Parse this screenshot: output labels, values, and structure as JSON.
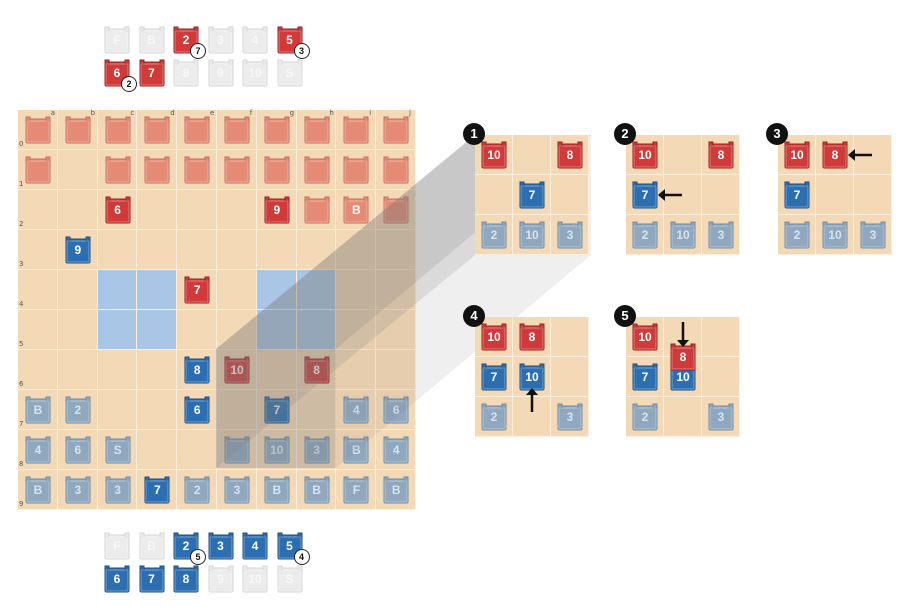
{
  "colors": {
    "red": "#d23a3a",
    "red_dark": "#9c1f1f",
    "blue": "#2b6fb2",
    "blue_dark": "#1c4d80",
    "pale": "#e9e9e9",
    "board": "#f4d9b6",
    "lake": "#a9c6e6"
  },
  "board": {
    "col_labels": [
      "a",
      "b",
      "c",
      "d",
      "e",
      "f",
      "g",
      "h",
      "i",
      "j"
    ],
    "row_labels": [
      "0",
      "1",
      "2",
      "3",
      "4",
      "5",
      "6",
      "7",
      "8",
      "9"
    ],
    "lakes": [
      [
        4,
        2
      ],
      [
        4,
        3
      ],
      [
        5,
        2
      ],
      [
        5,
        3
      ],
      [
        4,
        6
      ],
      [
        4,
        7
      ],
      [
        5,
        6
      ],
      [
        5,
        7
      ]
    ],
    "pieces": [
      {
        "r": 0,
        "c": 0,
        "side": "red",
        "state": "faded",
        "label": ""
      },
      {
        "r": 0,
        "c": 1,
        "side": "red",
        "state": "faded",
        "label": ""
      },
      {
        "r": 0,
        "c": 2,
        "side": "red",
        "state": "faded",
        "label": ""
      },
      {
        "r": 0,
        "c": 3,
        "side": "red",
        "state": "faded",
        "label": ""
      },
      {
        "r": 0,
        "c": 4,
        "side": "red",
        "state": "faded",
        "label": ""
      },
      {
        "r": 0,
        "c": 5,
        "side": "red",
        "state": "faded",
        "label": ""
      },
      {
        "r": 0,
        "c": 6,
        "side": "red",
        "state": "faded",
        "label": ""
      },
      {
        "r": 0,
        "c": 7,
        "side": "red",
        "state": "faded",
        "label": ""
      },
      {
        "r": 0,
        "c": 8,
        "side": "red",
        "state": "faded",
        "label": ""
      },
      {
        "r": 0,
        "c": 9,
        "side": "red",
        "state": "faded",
        "label": ""
      },
      {
        "r": 1,
        "c": 0,
        "side": "red",
        "state": "faded",
        "label": ""
      },
      {
        "r": 1,
        "c": 2,
        "side": "red",
        "state": "faded",
        "label": ""
      },
      {
        "r": 1,
        "c": 3,
        "side": "red",
        "state": "faded",
        "label": ""
      },
      {
        "r": 1,
        "c": 4,
        "side": "red",
        "state": "faded",
        "label": ""
      },
      {
        "r": 1,
        "c": 5,
        "side": "red",
        "state": "faded",
        "label": ""
      },
      {
        "r": 1,
        "c": 6,
        "side": "red",
        "state": "faded",
        "label": ""
      },
      {
        "r": 1,
        "c": 7,
        "side": "red",
        "state": "faded",
        "label": ""
      },
      {
        "r": 1,
        "c": 8,
        "side": "red",
        "state": "faded",
        "label": ""
      },
      {
        "r": 1,
        "c": 9,
        "side": "red",
        "state": "faded",
        "label": ""
      },
      {
        "r": 2,
        "c": 2,
        "side": "red",
        "state": "known",
        "label": "6"
      },
      {
        "r": 2,
        "c": 6,
        "side": "red",
        "state": "known",
        "label": "9"
      },
      {
        "r": 2,
        "c": 7,
        "side": "red",
        "state": "faded",
        "label": ""
      },
      {
        "r": 2,
        "c": 8,
        "side": "red",
        "state": "faded",
        "label": "B"
      },
      {
        "r": 2,
        "c": 9,
        "side": "red",
        "state": "faded",
        "label": ""
      },
      {
        "r": 3,
        "c": 1,
        "side": "blue",
        "state": "known",
        "label": "9"
      },
      {
        "r": 4,
        "c": 4,
        "side": "red",
        "state": "known",
        "label": "7"
      },
      {
        "r": 6,
        "c": 4,
        "side": "blue",
        "state": "known",
        "label": "8"
      },
      {
        "r": 6,
        "c": 5,
        "side": "red",
        "state": "known",
        "label": "10"
      },
      {
        "r": 6,
        "c": 7,
        "side": "red",
        "state": "known",
        "label": "8"
      },
      {
        "r": 7,
        "c": 0,
        "side": "blue",
        "state": "faded",
        "label": "B"
      },
      {
        "r": 7,
        "c": 1,
        "side": "blue",
        "state": "faded",
        "label": "2"
      },
      {
        "r": 7,
        "c": 4,
        "side": "blue",
        "state": "known",
        "label": "6"
      },
      {
        "r": 7,
        "c": 6,
        "side": "blue",
        "state": "known",
        "label": "7"
      },
      {
        "r": 7,
        "c": 8,
        "side": "blue",
        "state": "faded",
        "label": "4"
      },
      {
        "r": 7,
        "c": 9,
        "side": "blue",
        "state": "faded",
        "label": "6"
      },
      {
        "r": 8,
        "c": 0,
        "side": "blue",
        "state": "faded",
        "label": "4"
      },
      {
        "r": 8,
        "c": 1,
        "side": "blue",
        "state": "faded",
        "label": "6"
      },
      {
        "r": 8,
        "c": 2,
        "side": "blue",
        "state": "faded",
        "label": "S"
      },
      {
        "r": 8,
        "c": 5,
        "side": "blue",
        "state": "faded",
        "label": ""
      },
      {
        "r": 8,
        "c": 6,
        "side": "blue",
        "state": "faded",
        "label": "10"
      },
      {
        "r": 8,
        "c": 7,
        "side": "blue",
        "state": "faded",
        "label": "3"
      },
      {
        "r": 8,
        "c": 8,
        "side": "blue",
        "state": "faded",
        "label": "B"
      },
      {
        "r": 8,
        "c": 9,
        "side": "blue",
        "state": "faded",
        "label": "4"
      },
      {
        "r": 9,
        "c": 0,
        "side": "blue",
        "state": "faded",
        "label": "B"
      },
      {
        "r": 9,
        "c": 1,
        "side": "blue",
        "state": "faded",
        "label": "3"
      },
      {
        "r": 9,
        "c": 2,
        "side": "blue",
        "state": "faded",
        "label": "3"
      },
      {
        "r": 9,
        "c": 3,
        "side": "blue",
        "state": "known",
        "label": "7"
      },
      {
        "r": 9,
        "c": 4,
        "side": "blue",
        "state": "faded",
        "label": "2"
      },
      {
        "r": 9,
        "c": 5,
        "side": "blue",
        "state": "faded",
        "label": "3"
      },
      {
        "r": 9,
        "c": 6,
        "side": "blue",
        "state": "faded",
        "label": "B"
      },
      {
        "r": 9,
        "c": 7,
        "side": "blue",
        "state": "faded",
        "label": "B"
      },
      {
        "r": 9,
        "c": 8,
        "side": "blue",
        "state": "faded",
        "label": "F"
      },
      {
        "r": 9,
        "c": 9,
        "side": "blue",
        "state": "faded",
        "label": "B"
      }
    ]
  },
  "captured_red": [
    [
      {
        "label": "F",
        "state": "pale"
      },
      {
        "label": "B",
        "state": "pale"
      },
      {
        "label": "2",
        "state": "known",
        "badge": "7"
      },
      {
        "label": "3",
        "state": "pale"
      },
      {
        "label": "4",
        "state": "pale"
      },
      {
        "label": "5",
        "state": "known",
        "badge": "3"
      }
    ],
    [
      {
        "label": "6",
        "state": "known",
        "badge": "2"
      },
      {
        "label": "7",
        "state": "known"
      },
      {
        "label": "8",
        "state": "pale"
      },
      {
        "label": "9",
        "state": "pale"
      },
      {
        "label": "10",
        "state": "pale"
      },
      {
        "label": "S",
        "state": "pale"
      }
    ]
  ],
  "captured_blue": [
    [
      {
        "label": "F",
        "state": "pale"
      },
      {
        "label": "B",
        "state": "pale"
      },
      {
        "label": "2",
        "state": "known",
        "badge": "5"
      },
      {
        "label": "3",
        "state": "known"
      },
      {
        "label": "4",
        "state": "known"
      },
      {
        "label": "5",
        "state": "known",
        "badge": "4"
      }
    ],
    [
      {
        "label": "6",
        "state": "known"
      },
      {
        "label": "7",
        "state": "known"
      },
      {
        "label": "8",
        "state": "known"
      },
      {
        "label": "9",
        "state": "pale"
      },
      {
        "label": "10",
        "state": "pale"
      },
      {
        "label": "S",
        "state": "pale"
      }
    ]
  ],
  "panels": [
    {
      "number": "1",
      "pieces": [
        {
          "r": 0,
          "c": 0,
          "side": "red",
          "state": "known",
          "label": "10"
        },
        {
          "r": 0,
          "c": 2,
          "side": "red",
          "state": "known",
          "label": "8"
        },
        {
          "r": 1,
          "c": 1,
          "side": "blue",
          "state": "known",
          "label": "7"
        },
        {
          "r": 2,
          "c": 0,
          "side": "blue",
          "state": "faded",
          "label": "2"
        },
        {
          "r": 2,
          "c": 1,
          "side": "blue",
          "state": "faded",
          "label": "10"
        },
        {
          "r": 2,
          "c": 2,
          "side": "blue",
          "state": "faded",
          "label": "3"
        }
      ],
      "arrows": []
    },
    {
      "number": "2",
      "pieces": [
        {
          "r": 0,
          "c": 0,
          "side": "red",
          "state": "known",
          "label": "10"
        },
        {
          "r": 0,
          "c": 2,
          "side": "red",
          "state": "known",
          "label": "8"
        },
        {
          "r": 1,
          "c": 0,
          "side": "blue",
          "state": "known",
          "label": "7"
        },
        {
          "r": 2,
          "c": 0,
          "side": "blue",
          "state": "faded",
          "label": "2"
        },
        {
          "r": 2,
          "c": 1,
          "side": "blue",
          "state": "faded",
          "label": "10"
        },
        {
          "r": 2,
          "c": 2,
          "side": "blue",
          "state": "faded",
          "label": "3"
        }
      ],
      "arrows": [
        {
          "r": 1,
          "c": 0,
          "dir": "left"
        }
      ]
    },
    {
      "number": "3",
      "pieces": [
        {
          "r": 0,
          "c": 0,
          "side": "red",
          "state": "known",
          "label": "10"
        },
        {
          "r": 0,
          "c": 1,
          "side": "red",
          "state": "known",
          "label": "8"
        },
        {
          "r": 1,
          "c": 0,
          "side": "blue",
          "state": "known",
          "label": "7"
        },
        {
          "r": 2,
          "c": 0,
          "side": "blue",
          "state": "faded",
          "label": "2"
        },
        {
          "r": 2,
          "c": 1,
          "side": "blue",
          "state": "faded",
          "label": "10"
        },
        {
          "r": 2,
          "c": 2,
          "side": "blue",
          "state": "faded",
          "label": "3"
        }
      ],
      "arrows": [
        {
          "r": 0,
          "c": 1,
          "dir": "left"
        }
      ]
    },
    {
      "number": "4",
      "pieces": [
        {
          "r": 0,
          "c": 0,
          "side": "red",
          "state": "known",
          "label": "10"
        },
        {
          "r": 0,
          "c": 1,
          "side": "red",
          "state": "known",
          "label": "8"
        },
        {
          "r": 1,
          "c": 0,
          "side": "blue",
          "state": "known",
          "label": "7"
        },
        {
          "r": 1,
          "c": 1,
          "side": "blue",
          "state": "known",
          "label": "10"
        },
        {
          "r": 2,
          "c": 0,
          "side": "blue",
          "state": "faded",
          "label": "2"
        },
        {
          "r": 2,
          "c": 2,
          "side": "blue",
          "state": "faded",
          "label": "3"
        }
      ],
      "arrows": [
        {
          "r": 1,
          "c": 1,
          "dir": "up"
        }
      ]
    },
    {
      "number": "5",
      "pieces": [
        {
          "r": 0,
          "c": 0,
          "side": "red",
          "state": "known",
          "label": "10"
        },
        {
          "r": 1,
          "c": 0,
          "side": "blue",
          "state": "known",
          "label": "7"
        },
        {
          "r": 1,
          "c": 1,
          "side": "blue",
          "state": "known",
          "label": "10"
        },
        {
          "r": 2,
          "c": 0,
          "side": "blue",
          "state": "faded",
          "label": "2"
        },
        {
          "r": 2,
          "c": 2,
          "side": "blue",
          "state": "faded",
          "label": "3"
        }
      ],
      "overlay": {
        "label": "8",
        "side": "red"
      },
      "arrows": [
        {
          "r": 1,
          "c": 1,
          "dir": "down"
        }
      ]
    }
  ]
}
